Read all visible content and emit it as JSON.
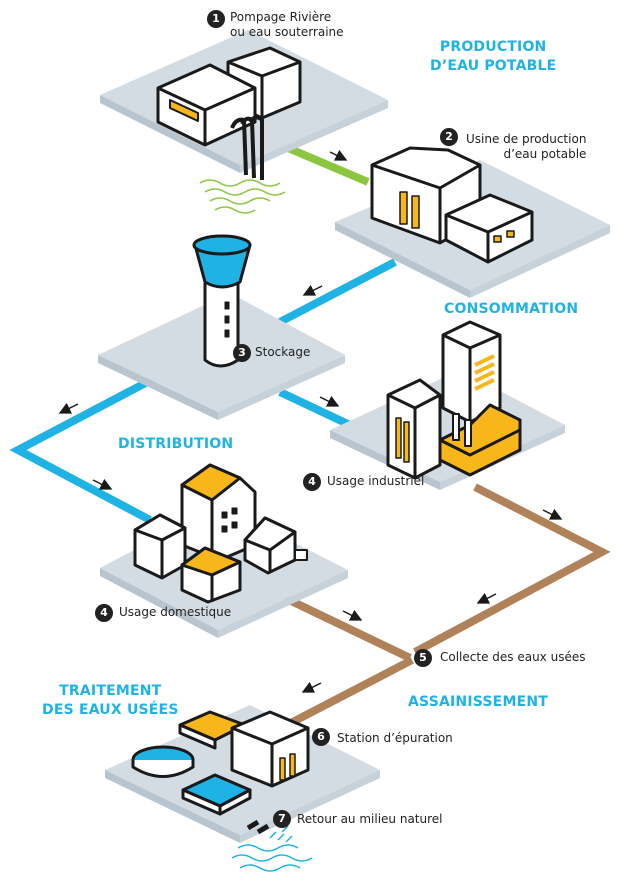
{
  "colors": {
    "water_blue": "#1fb3e5",
    "raw_water_green": "#8cc63f",
    "wastewater_brown": "#b0825a",
    "accent_yellow": "#f7b619",
    "platform_grey": "#d3dce3",
    "outline": "#1a1a1a",
    "title_blue": "#1fb3e5",
    "badge": "#222222"
  },
  "titles": {
    "production": [
      "PRODUCTION",
      "D’EAU POTABLE"
    ],
    "consommation": "CONSOMMATION",
    "distribution": "DISTRIBUTION",
    "traitement": [
      "TRAITEMENT",
      "DES EAUX USÉES"
    ],
    "assainissement": "ASSAINISSEMENT"
  },
  "steps": [
    {
      "number": "1",
      "label": [
        "Pompage Rivière",
        "ou eau souterraine"
      ]
    },
    {
      "number": "2",
      "label": [
        "Usine de production",
        "d’eau potable"
      ]
    },
    {
      "number": "3",
      "label": [
        "Stockage"
      ]
    },
    {
      "number": "4",
      "label": [
        "Usage industriel"
      ]
    },
    {
      "number": "4",
      "label": [
        "Usage domestique"
      ]
    },
    {
      "number": "5",
      "label": [
        "Collecte des eaux usées"
      ]
    },
    {
      "number": "6",
      "label": [
        "Station d’épuration"
      ]
    },
    {
      "number": "7",
      "label": [
        "Retour au milieu naturel"
      ]
    }
  ],
  "icons": {
    "flow_arrow": "arrow-icon",
    "river_waves": "water-waves-icon",
    "discharge_spray": "water-spray-icon"
  }
}
